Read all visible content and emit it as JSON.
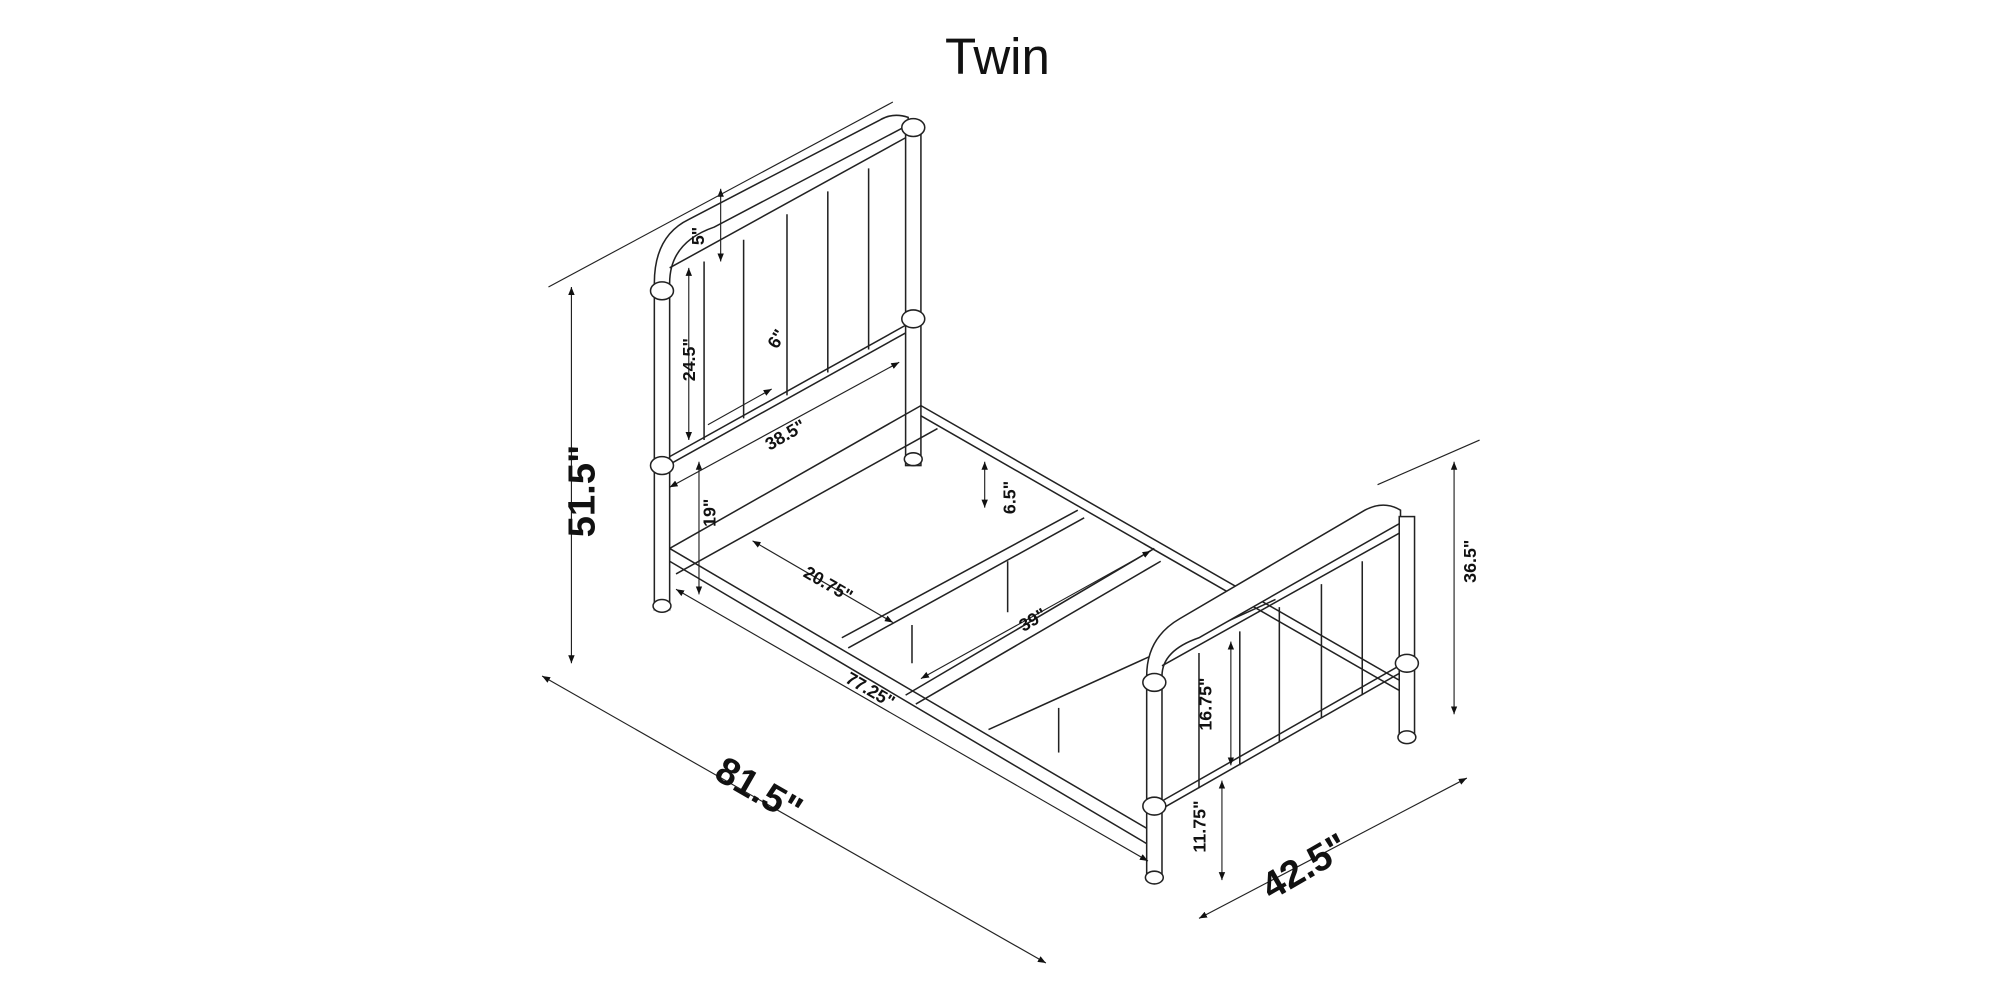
{
  "title": "Twin",
  "dimensions": {
    "overall_height": "51.5\"",
    "overall_length": "81.5\"",
    "overall_width": "42.5\"",
    "footboard_height": "36.5\"",
    "rail_length": "77.25\"",
    "inner_width": "39\"",
    "slat_spacing": "20.75\"",
    "rail_clearance": "6.5\"",
    "headboard_clearance": "19\"",
    "headboard_width": "38.5\"",
    "headboard_panel_height": "24.5\"",
    "spindle_spacing": "6\"",
    "headboard_arch": "5\"",
    "footboard_panel_height": "16.75\"",
    "footboard_clearance": "11.75\""
  },
  "colors": {
    "line": "#222222",
    "background": "#ffffff"
  }
}
